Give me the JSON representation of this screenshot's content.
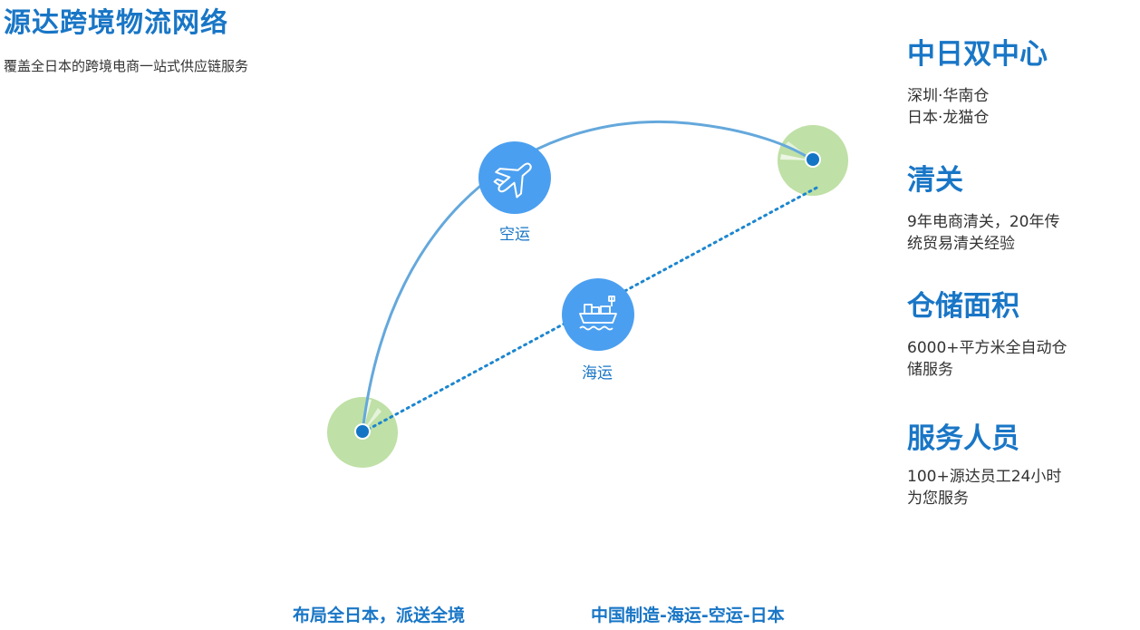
{
  "header": {
    "title": "源达跨境物流网络",
    "subtitle": "覆盖全日本的跨境电商一站式供应链服务"
  },
  "map": {
    "air_label": "空运",
    "sea_label": "海运",
    "air_icon": "airplane-icon",
    "sea_icon": "cargo-ship-icon",
    "colors": {
      "accent": "#1976c6",
      "node": "#bfe0a6",
      "icon_bg": "#4b9ff0"
    }
  },
  "info": [
    {
      "title": "中日双中心",
      "lines": [
        "深圳·华南仓",
        "日本·龙猫仓"
      ]
    },
    {
      "title": "清关",
      "lines": [
        "9年电商清关，20年传",
        "统贸易清关经验"
      ]
    },
    {
      "title": "仓储面积",
      "lines": [
        "6000+平方米全自动仓",
        "储服务"
      ]
    },
    {
      "title": "服务人员",
      "lines": [
        "100+源达员工24小时",
        "为您服务"
      ]
    }
  ],
  "footer": {
    "left": "布局全日本，派送全境",
    "right": "中国制造-海运-空运-日本"
  }
}
